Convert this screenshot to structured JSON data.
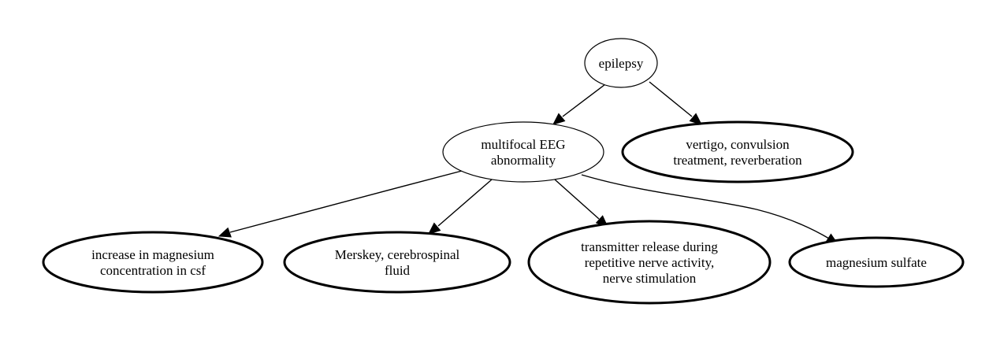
{
  "nodes": [
    {
      "id": "epilepsy",
      "lines": [
        "epilepsy"
      ],
      "bold": false
    },
    {
      "id": "multifocal",
      "lines": [
        "multifocal EEG",
        "abnormality"
      ],
      "bold": false
    },
    {
      "id": "vertigo",
      "lines": [
        "vertigo, convulsion",
        "treatment, reverberation"
      ],
      "bold": true
    },
    {
      "id": "increase",
      "lines": [
        "increase in magnesium",
        "concentration in csf"
      ],
      "bold": true
    },
    {
      "id": "merskey",
      "lines": [
        "Merskey, cerebrospinal",
        "fluid"
      ],
      "bold": true
    },
    {
      "id": "transmitter",
      "lines": [
        "transmitter release during",
        "repetitive nerve activity,",
        "nerve stimulation"
      ],
      "bold": true
    },
    {
      "id": "magnesium",
      "lines": [
        "magnesium sulfate"
      ],
      "bold": true
    }
  ],
  "edges": [
    {
      "from": "epilepsy",
      "to": "multifocal"
    },
    {
      "from": "epilepsy",
      "to": "vertigo"
    },
    {
      "from": "multifocal",
      "to": "increase"
    },
    {
      "from": "multifocal",
      "to": "merskey"
    },
    {
      "from": "multifocal",
      "to": "transmitter"
    },
    {
      "from": "multifocal",
      "to": "magnesium"
    }
  ]
}
